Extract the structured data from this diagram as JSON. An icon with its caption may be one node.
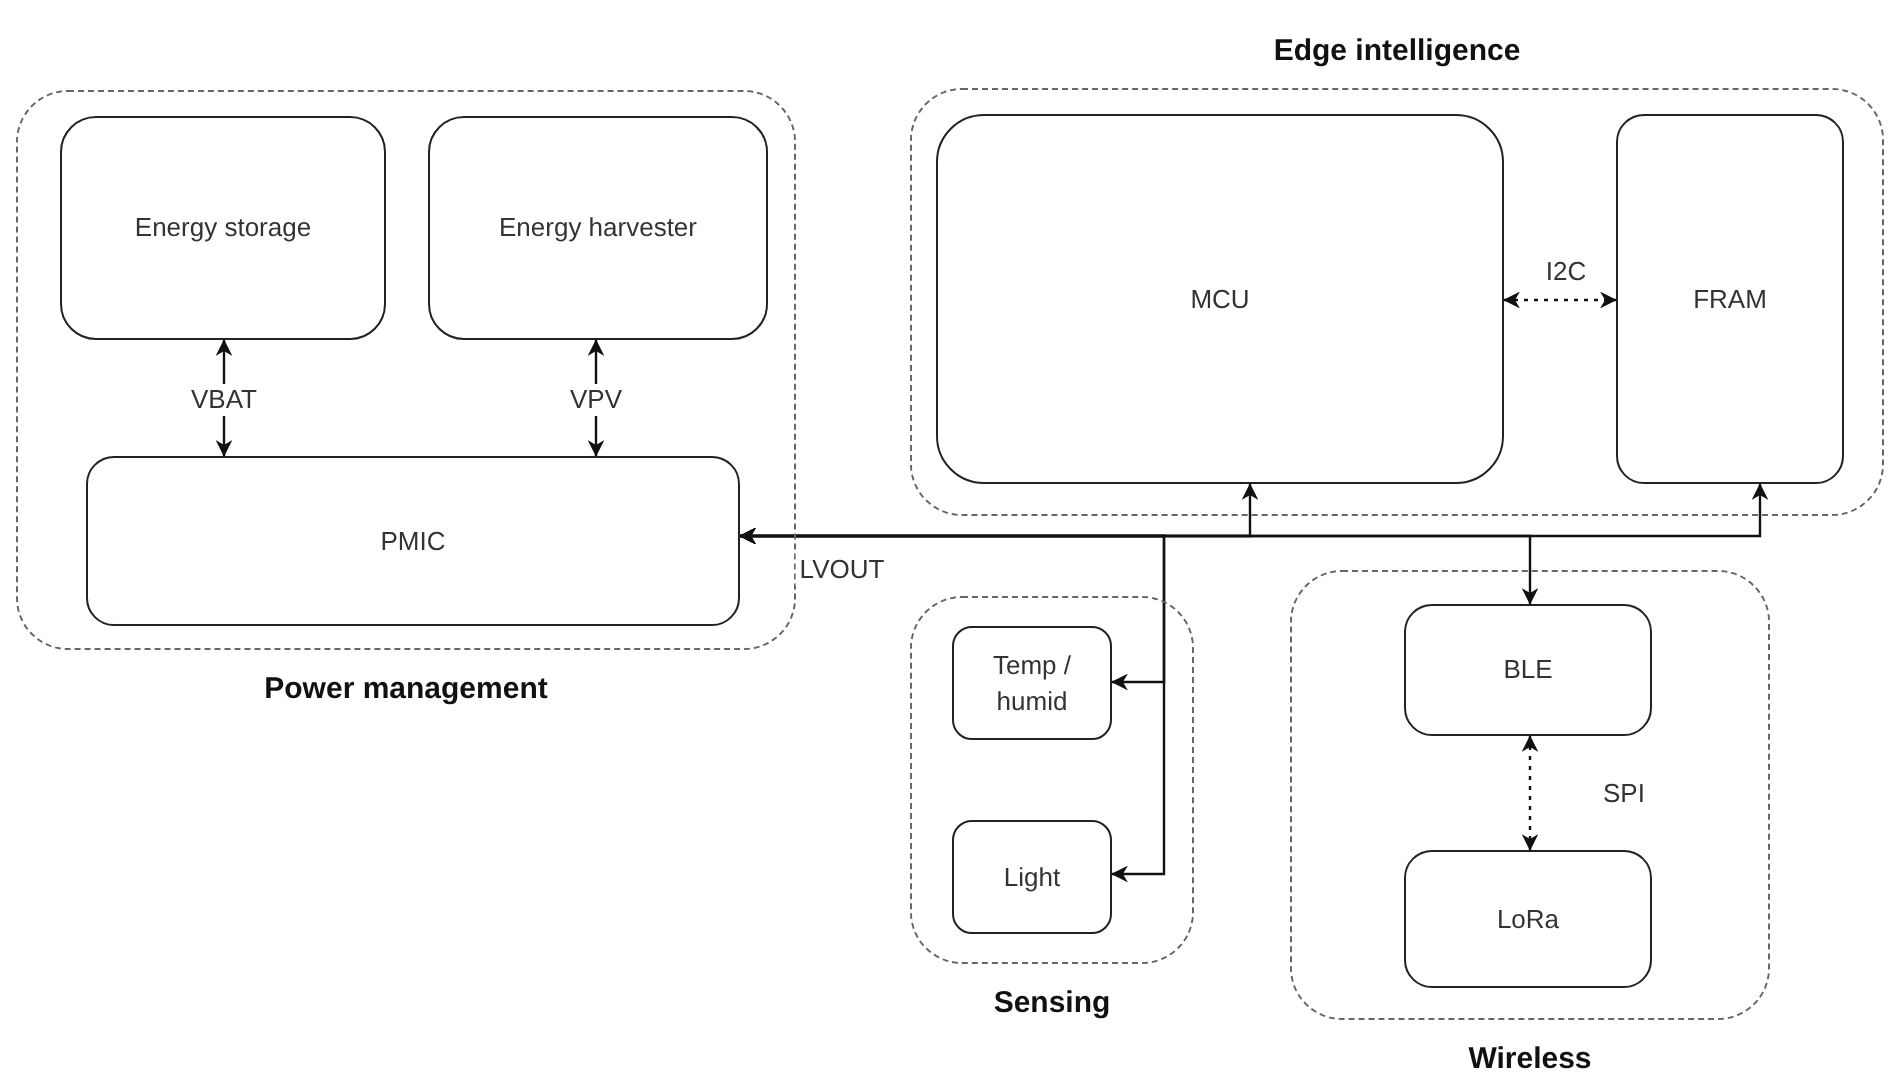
{
  "diagram": {
    "nodes": [
      {
        "text": [
          "Power management"
        ]
      },
      {
        "text": [
          "Energy storage"
        ],
        "in": 0
      },
      {
        "text": [
          "Energy harvester"
        ],
        "in": 0
      },
      {
        "text": [
          "PMIC"
        ],
        "in": 0
      },
      {
        "text": [
          "Edge intelligence"
        ]
      },
      {
        "text": [
          "MCU"
        ],
        "in": 4
      },
      {
        "text": [
          "FRAM"
        ],
        "in": 4
      },
      {
        "text": [
          "Sensing"
        ]
      },
      {
        "text": [
          "Temp / humid"
        ],
        "in": 7
      },
      {
        "text": [
          "Light"
        ],
        "in": 7
      },
      {
        "text": [
          "Wireless"
        ]
      },
      {
        "text": [
          "BLE"
        ],
        "in": 10
      },
      {
        "text": [
          "LoRa"
        ],
        "in": 10
      }
    ],
    "edges": [
      {
        "from": 1,
        "to": 3,
        "arrow": "both",
        "label": "VBAT"
      },
      {
        "from": 2,
        "to": 3,
        "arrow": "both",
        "label": "VPV"
      },
      {
        "from": 5,
        "to": 6,
        "arrow": "both",
        "label": "I2C",
        "style": "dashed"
      },
      {
        "from": 3,
        "to": 5,
        "arrow": "both",
        "label": "LVOUT"
      },
      {
        "from": 3,
        "to": 6,
        "arrow": "both"
      },
      {
        "from": 3,
        "to": 11,
        "arrow": "both"
      },
      {
        "from": 3,
        "to": 8,
        "arrow": "both"
      },
      {
        "from": 3,
        "to": 9,
        "arrow": "both"
      },
      {
        "from": 11,
        "to": 12,
        "arrow": "both",
        "label": "SPI",
        "style": "dashed"
      }
    ]
  }
}
